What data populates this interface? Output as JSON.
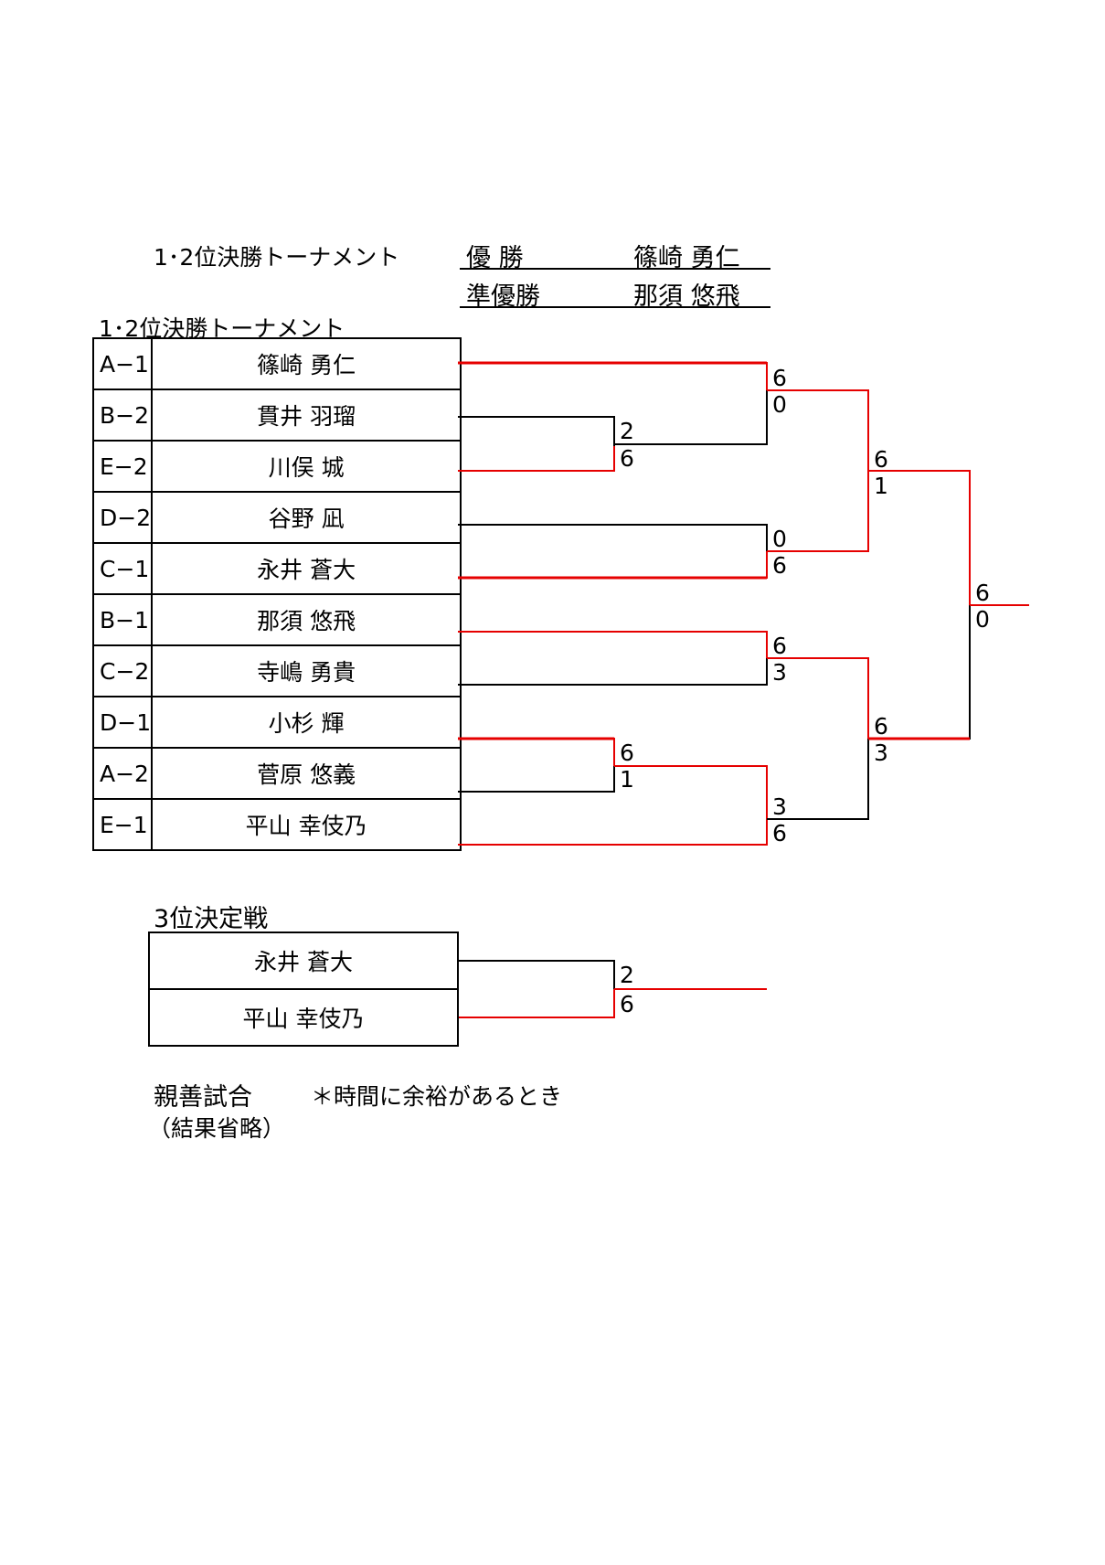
{
  "header": {
    "title": "1･2位決勝トーナメント",
    "results": [
      {
        "label": "優 勝",
        "name": "篠崎  勇仁"
      },
      {
        "label": "準優勝",
        "name": "那須  悠飛"
      }
    ]
  },
  "tournament": {
    "subtitle": "1･2位決勝トーナメント",
    "players": [
      {
        "seed": "A−1",
        "name": "篠崎  勇仁"
      },
      {
        "seed": "B−2",
        "name": "貫井  羽瑠"
      },
      {
        "seed": "E−2",
        "name": "川俣  城"
      },
      {
        "seed": "D−2",
        "name": "谷野  凪"
      },
      {
        "seed": "C−1",
        "name": "永井  蒼大"
      },
      {
        "seed": "B−1",
        "name": "那須  悠飛"
      },
      {
        "seed": "C−2",
        "name": "寺嶋  勇貴"
      },
      {
        "seed": "D−1",
        "name": "小杉  輝"
      },
      {
        "seed": "A−2",
        "name": "菅原  悠義"
      },
      {
        "seed": "E−1",
        "name": "平山 幸伎乃"
      }
    ],
    "scores": {
      "r1_top": [
        "2",
        "6"
      ],
      "r1_bottom": [
        "6",
        "1"
      ],
      "qf1": [
        "6",
        "0"
      ],
      "qf2": [
        "0",
        "6"
      ],
      "qf3": [
        "6",
        "3"
      ],
      "qf4": [
        "3",
        "6"
      ],
      "sf1": [
        "6",
        "1"
      ],
      "sf2": [
        "6",
        "3"
      ],
      "final": [
        "6",
        "0"
      ]
    }
  },
  "third_place": {
    "title": "3位決定戦",
    "players": [
      "永井  蒼大",
      "平山 幸伎乃"
    ],
    "scores": [
      "2",
      "6"
    ]
  },
  "friendly": {
    "title": "親善試合",
    "note": "＊時間に余裕があるとき",
    "sub": "（結果省略）"
  },
  "colors": {
    "winner_line": "#e60000",
    "loser_line": "#000000"
  }
}
